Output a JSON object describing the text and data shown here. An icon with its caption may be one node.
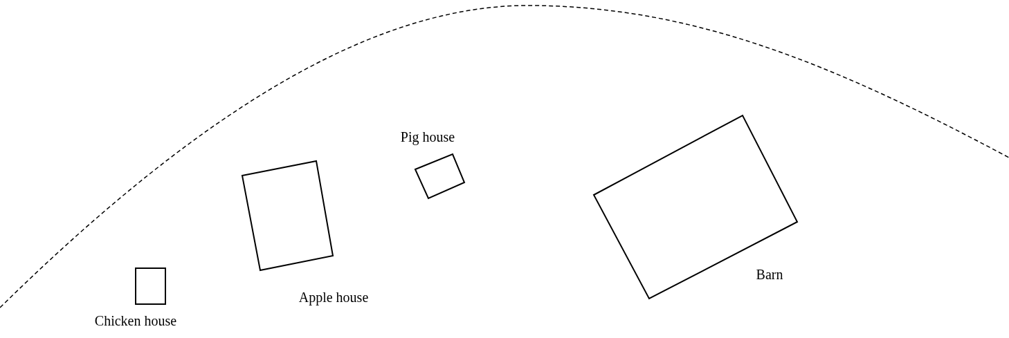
{
  "diagram": {
    "nodes": [
      {
        "text": [],
        "shape": "box",
        "beside": [
          "Chicken house"
        ]
      },
      {
        "text": [],
        "shape": "box",
        "beside": [
          "Apple house"
        ]
      },
      {
        "text": [],
        "shape": "box",
        "beside": [
          "Pig house"
        ]
      },
      {
        "text": [],
        "shape": "box",
        "beside": [
          "Barn"
        ]
      }
    ]
  }
}
